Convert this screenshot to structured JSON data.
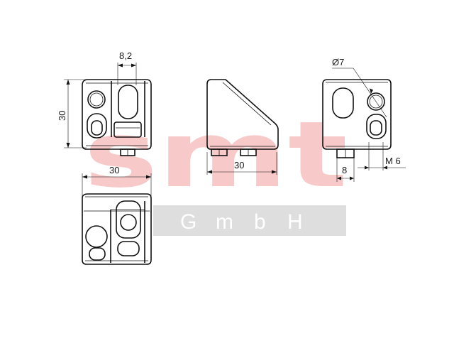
{
  "watermark": {
    "brand": "smt",
    "subtitle": "GmbH",
    "subtitle_letters": [
      "G",
      "m",
      "b",
      "H"
    ],
    "brand_color": "#f7c9c9",
    "band_color": "#dedede"
  },
  "dimensions": {
    "slot_width": "8,2",
    "height": "30",
    "width_front": "30",
    "width_side": "30",
    "width_bottom": "30",
    "hole_diameter": "Ø7",
    "offset": "8",
    "thread": "M 6"
  },
  "colors": {
    "line": "#111111",
    "background": "#ffffff"
  }
}
